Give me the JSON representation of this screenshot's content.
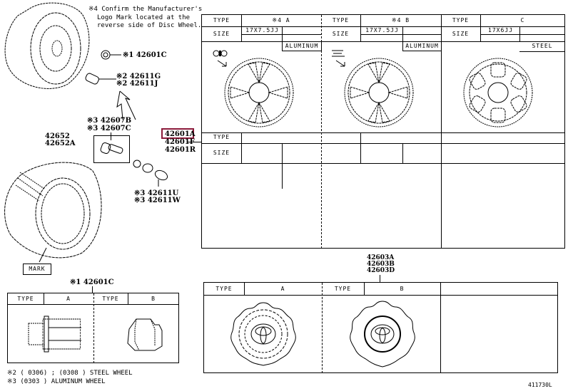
{
  "diagram": {
    "drawing_number": "411730L",
    "note4": {
      "line1": "※4 Confirm the Manufacturer's",
      "line2": "Logo Mark located at the",
      "line3": "reverse side of Disc Wheel."
    },
    "callouts": {
      "lug_nut_cap": "※1 42601C",
      "valve_g": "※2 42611G",
      "valve_j": "※2 42611J",
      "valve_b": "※3 42607B",
      "valve_c": "※3 42607C",
      "tire_1": "42652",
      "tire_2": "42652A",
      "wheel_a": "42601A",
      "wheel_f": "42601F",
      "wheel_r": "42601R",
      "valve_u": "※3 42611U",
      "valve_w": "※3 42611W",
      "mark_label": "MARK",
      "lug_nut_table_title": "※1 42601C",
      "cap_1": "42603A",
      "cap_2": "42603B",
      "cap_3": "42603D"
    },
    "highlight": {
      "part": "42601A",
      "color": "#8b1a3a"
    },
    "wheel_table": {
      "columns": [
        {
          "type_label": "TYPE",
          "type_value": "※4 A",
          "size_label": "SIZE",
          "size_value": "17X7.5JJ",
          "material": "ALUMINUM"
        },
        {
          "type_label": "TYPE",
          "type_value": "※4 B",
          "size_label": "SIZE",
          "size_value": "17X7.5JJ",
          "material": "ALUMINUM"
        },
        {
          "type_label": "TYPE",
          "type_value": "C",
          "size_label": "SIZE",
          "size_value": "17X6JJ",
          "material": "STEEL"
        }
      ],
      "row2": {
        "type_label": "TYPE",
        "size_label": "SIZE"
      }
    },
    "lug_nut_table": {
      "headers": [
        "TYPE",
        "A",
        "TYPE",
        "B"
      ],
      "notes": [
        "※2 (        0306) ; (0308        ) STEEL WHEEL",
        "※3 (0303          ) ALUMINUM WHEEL"
      ]
    },
    "cap_table": {
      "headers": [
        "TYPE",
        "A",
        "TYPE",
        "B"
      ]
    }
  }
}
